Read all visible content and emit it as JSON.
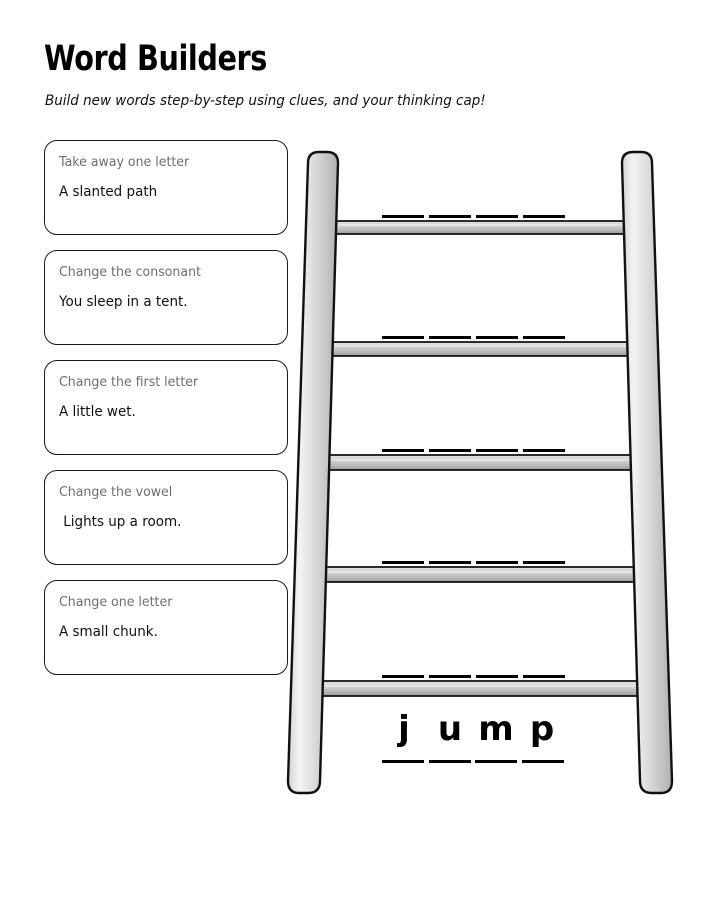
{
  "header": {
    "title": "Word Builders",
    "subtitle": "Build new words step-by-step using clues, and your thinking cap!"
  },
  "clues": [
    {
      "instruction": "Take away one letter",
      "clue": "A slanted path"
    },
    {
      "instruction": "Change the consonant",
      "clue": "You sleep in a tent."
    },
    {
      "instruction": "Change the first letter",
      "clue": "A little wet."
    },
    {
      "instruction": "Change the vowel",
      "clue": " Lights up a room."
    },
    {
      "instruction": "Change one letter",
      "clue": "A small chunk."
    }
  ],
  "ladder": {
    "rung_count": 5,
    "blanks_per_rung": 4,
    "rail_color": "#cfcfcf",
    "rail_highlight": "#f2f2f2",
    "rail_outline": "#111111",
    "rung_top_color": "#d9d9d9",
    "rung_body_color": "#b8b8b8",
    "blank_color": "#000000"
  },
  "start_word": {
    "letters": [
      "j",
      "u",
      "m",
      "p"
    ],
    "blank_count": 4
  }
}
